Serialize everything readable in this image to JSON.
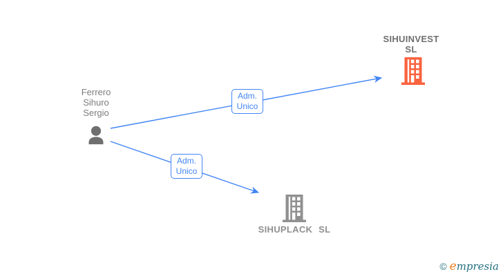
{
  "diagram": {
    "person": {
      "name": "Ferrero Sihuro Sergio",
      "name_lines": [
        "Ferrero",
        "Sihuro",
        "Sergio"
      ]
    },
    "edges": [
      {
        "label_lines": [
          "Adm.",
          "Unico"
        ],
        "source": "Ferrero Sihuro Sergio",
        "target": "SIHUINVEST SL"
      },
      {
        "label_lines": [
          "Adm.",
          "Unico"
        ],
        "source": "Ferrero Sihuro Sergio",
        "target": "SIHUPLACK SL"
      }
    ],
    "companies": [
      {
        "name": "SIHUINVEST SL",
        "name_lines": [
          "SIHUINVEST",
          "SL"
        ]
      },
      {
        "name": "SIHUPLACK SL"
      }
    ]
  },
  "watermark": {
    "copyright": "©",
    "brand_initial": "e",
    "brand_rest": "mpresia"
  },
  "colors": {
    "edge_blue": "#4285f4",
    "person_icon_gray": "#6f6f6f",
    "company_building_orange": "#f9623e",
    "company_building_gray": "#909090",
    "person_text_gray": "#7d7d7d",
    "company_title_gray": "#6e6e6e",
    "company2_title_gray": "#8f8f8f",
    "watermark_teal": "#236f80",
    "watermark_orange": "#ee7c1e"
  }
}
